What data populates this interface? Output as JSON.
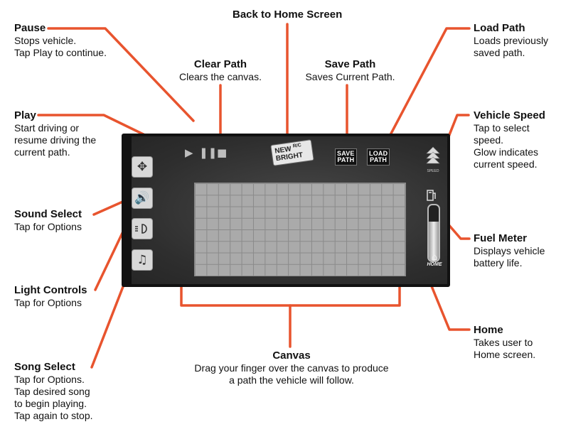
{
  "annotations": {
    "pause": {
      "title": "Pause",
      "desc": "Stops vehicle.\nTap Play to continue."
    },
    "back_home": {
      "title": "Back to Home Screen"
    },
    "clear_path": {
      "title": "Clear Path",
      "desc": "Clears the canvas."
    },
    "save_path": {
      "title": "Save Path",
      "desc": "Saves Current Path."
    },
    "load_path": {
      "title": "Load Path",
      "desc": "Loads previously\nsaved path."
    },
    "play": {
      "title": "Play",
      "desc": "Start driving or\nresume driving the\ncurrent path."
    },
    "vehicle_speed": {
      "title": "Vehicle Speed",
      "desc": "Tap to select\nspeed.\nGlow indicates\ncurrent speed."
    },
    "sound_select": {
      "title": "Sound Select",
      "desc": "Tap for Options"
    },
    "fuel_meter": {
      "title": "Fuel Meter",
      "desc": "Displays vehicle\nbattery life."
    },
    "light_controls": {
      "title": "Light Controls",
      "desc": "Tap for Options"
    },
    "home": {
      "title": "Home",
      "desc": "Takes user to\nHome screen."
    },
    "song_select": {
      "title": "Song Select",
      "desc": "Tap for Options.\nTap desired song\nto begin playing.\nTap again to stop."
    },
    "canvas": {
      "title": "Canvas",
      "desc": "Drag your finger over the canvas to produce\na path the vehicle will follow."
    }
  },
  "device": {
    "logo_line1": "NEW",
    "logo_rc": "R/C",
    "logo_line2": "BRIGHT",
    "save_label_1": "SAVE",
    "save_label_2": "PATH",
    "load_label_1": "LOAD",
    "load_label_2": "PATH",
    "speed_label": "SPEED",
    "home_label": "HOME",
    "fuel_level": 0.7,
    "icons": [
      "move-icon",
      "speaker-icon",
      "headlight-icon",
      "music-note-icon",
      "play-icon",
      "pause-icon",
      "stop-icon",
      "fuel-pump-icon",
      "home-icon",
      "speed-icon"
    ]
  },
  "colors": {
    "callout_line": "#e8542e",
    "device_frame": "#111111",
    "canvas": "#aaaaaa"
  }
}
